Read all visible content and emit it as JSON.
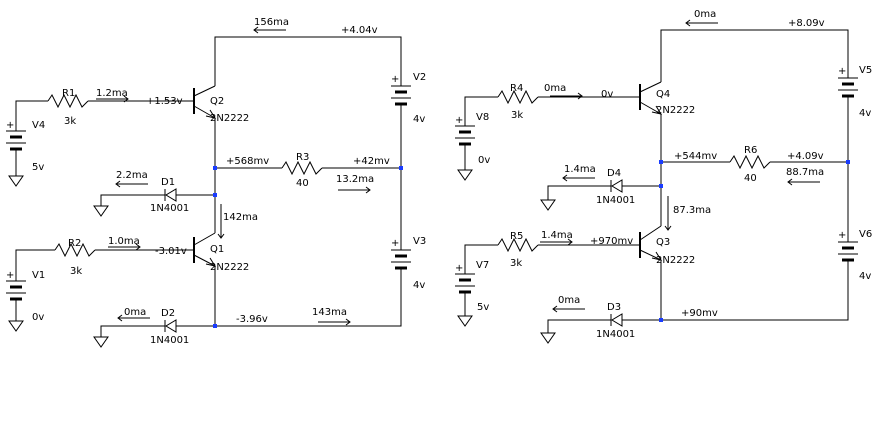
{
  "left": {
    "top_current": "156ma",
    "top_voltage": "+4.04v",
    "r1": {
      "name": "R1",
      "value": "3k",
      "current": "1.2ma"
    },
    "v4": {
      "name": "V4",
      "value": "5v"
    },
    "q2": {
      "name": "Q2",
      "model": "2N2222",
      "base_v": "+1.53v"
    },
    "v2": {
      "name": "V2",
      "value": "4v"
    },
    "mid_v_left": "+568mv",
    "r3": {
      "name": "R3",
      "value": "40",
      "current": "13.2ma"
    },
    "mid_v_right": "+42mv",
    "d1": {
      "name": "D1",
      "model": "1N4001",
      "current": "2.2ma"
    },
    "q_current": "142ma",
    "r2": {
      "name": "R2",
      "value": "3k",
      "current": "1.0ma"
    },
    "q1": {
      "name": "Q1",
      "model": "2N2222",
      "base_v": "-3.01v"
    },
    "v1": {
      "name": "V1",
      "value": "0v"
    },
    "v3": {
      "name": "V3",
      "value": "4v"
    },
    "d2": {
      "name": "D2",
      "model": "1N4001",
      "current": "0ma"
    },
    "bot_voltage": "-3.96v",
    "bot_current": "143ma"
  },
  "right": {
    "top_current": "0ma",
    "top_voltage": "+8.09v",
    "r4": {
      "name": "R4",
      "value": "3k",
      "current": "0ma"
    },
    "v8": {
      "name": "V8",
      "value": "0v"
    },
    "q4": {
      "name": "Q4",
      "model": "2N2222",
      "base_v": "0v"
    },
    "v5": {
      "name": "V5",
      "value": "4v"
    },
    "mid_v_left": "+544mv",
    "r6": {
      "name": "R6",
      "value": "40",
      "current": "88.7ma"
    },
    "mid_v_right": "+4.09v",
    "d4": {
      "name": "D4",
      "model": "1N4001",
      "current": "1.4ma"
    },
    "q_current": "87.3ma",
    "r5": {
      "name": "R5",
      "value": "3k",
      "current": "1.4ma"
    },
    "q3": {
      "name": "Q3",
      "model": "2N2222",
      "base_v": "+970mv"
    },
    "v7": {
      "name": "V7",
      "value": "5v"
    },
    "v6": {
      "name": "V6",
      "value": "4v"
    },
    "d3": {
      "name": "D3",
      "model": "1N4001",
      "current": "0ma"
    },
    "bot_voltage": "+90mv"
  }
}
